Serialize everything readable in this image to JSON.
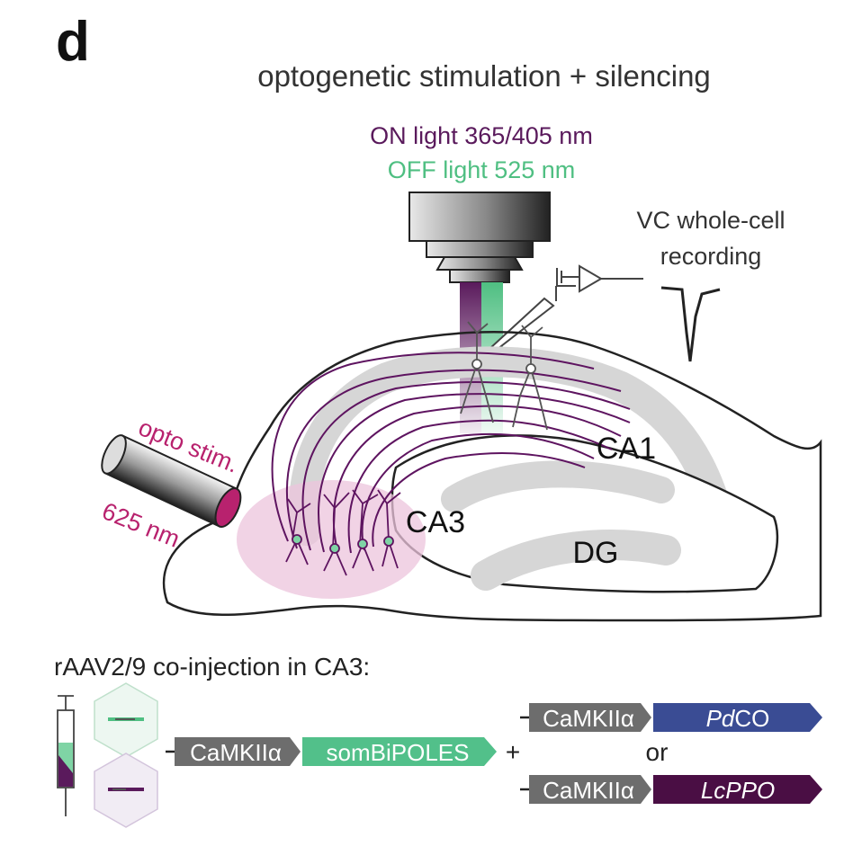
{
  "panel_letter": "d",
  "title": "optogenetic stimulation + silencing",
  "light": {
    "on_label": "ON light 365/405 nm",
    "off_label": "OFF light 525 nm"
  },
  "recording": {
    "label_line1": "VC whole-cell",
    "label_line2": "recording"
  },
  "stim": {
    "label_line1": "opto stim.",
    "label_line2": "625 nm"
  },
  "regions": {
    "ca1": "CA1",
    "ca3": "CA3",
    "dg": "DG"
  },
  "injection": {
    "title": "rAAV2/9 co-injection in CA3:",
    "promoter": "CaMKIIα",
    "construct_main": "somBiPOLES",
    "plus": "+",
    "or": "or",
    "option1": "PdCO",
    "option1_prefix": "Pd",
    "option1_suffix": "CO",
    "option2": "LcPPO"
  },
  "colors": {
    "on_light": "#5a1a5c",
    "off_light": "#4fbf82",
    "stim": "#b8226e",
    "ca3_region": "#ecc4dc",
    "axons": "#5e1460",
    "promoter_box": "#6d6d6d",
    "biPOLES_box": "#52c08a",
    "pdco_box": "#3a4c94",
    "lcppo_box": "#4a0e44",
    "layer_gray": "#d6d6d6"
  }
}
